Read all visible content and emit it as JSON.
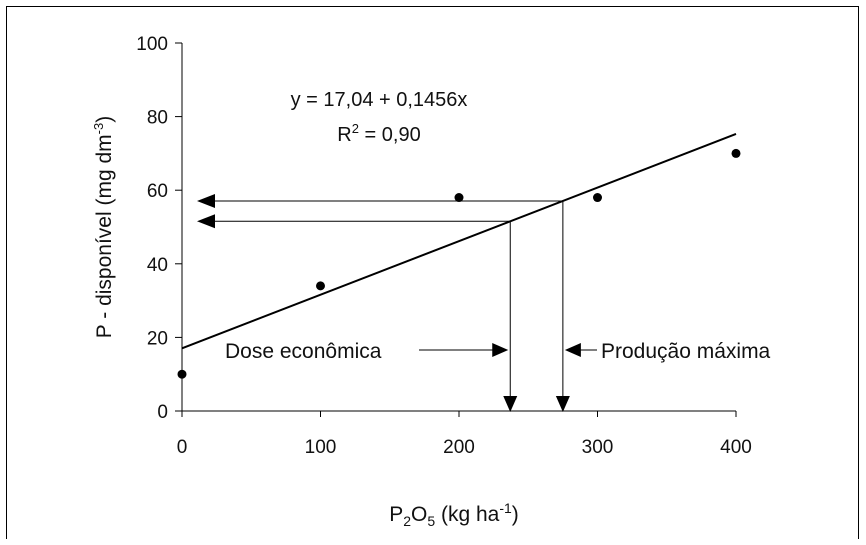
{
  "chart_data": {
    "type": "scatter",
    "title": "",
    "xlabel": {
      "base": "P",
      "sub1": "2",
      "mid": "O",
      "sub2": "5",
      "unit": " (kg ha",
      "sup": "-1",
      "end": ")"
    },
    "ylabel": {
      "text": "P - disponível (mg dm",
      "sup": "-3",
      "end": ")"
    },
    "xlim": [
      0,
      400
    ],
    "ylim": [
      0,
      100
    ],
    "xticks": [
      "0",
      "100",
      "200",
      "300",
      "400"
    ],
    "yticks": [
      "0",
      "20",
      "40",
      "60",
      "80",
      "100"
    ],
    "points": [
      {
        "x": 0,
        "y": 10
      },
      {
        "x": 100,
        "y": 34
      },
      {
        "x": 200,
        "y": 58
      },
      {
        "x": 300,
        "y": 58
      },
      {
        "x": 400,
        "y": 70
      }
    ],
    "fit": {
      "intercept": 17.04,
      "slope": 0.1456,
      "x_range": [
        0,
        400
      ]
    },
    "equation": {
      "line1": "y = 17,04 + 0,1456x",
      "r2_prefix": "R",
      "r2_sup": "2",
      "r2_suffix": " = 0,90"
    },
    "annotations": {
      "economic": {
        "label": "Dose econômica",
        "x": 237
      },
      "maximum": {
        "label": "Produção máxima",
        "x": 275
      }
    }
  }
}
